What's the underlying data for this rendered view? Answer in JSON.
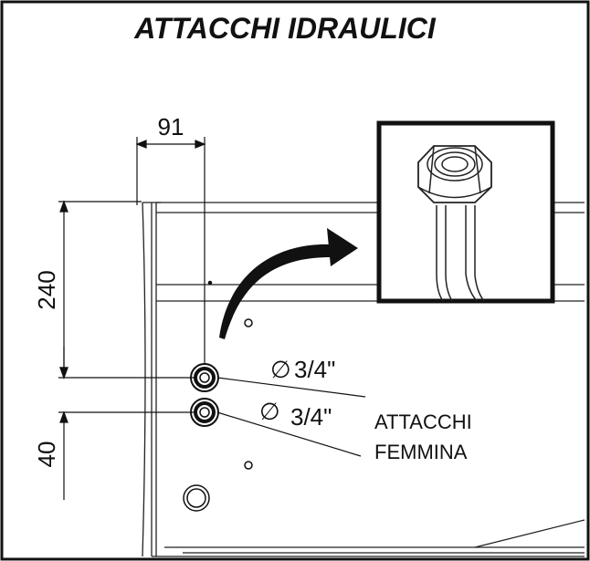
{
  "title": "ATTACCHI IDRAULICI",
  "dimensions": {
    "width_top": "91",
    "height_main": "240",
    "height_bottom": "40"
  },
  "connections": {
    "size_upper": "3/4\"",
    "size_lower": "3/4\"",
    "diameter_symbol": "∅",
    "label_line1": "ATTACCHI",
    "label_line2": "FEMMINA"
  }
}
